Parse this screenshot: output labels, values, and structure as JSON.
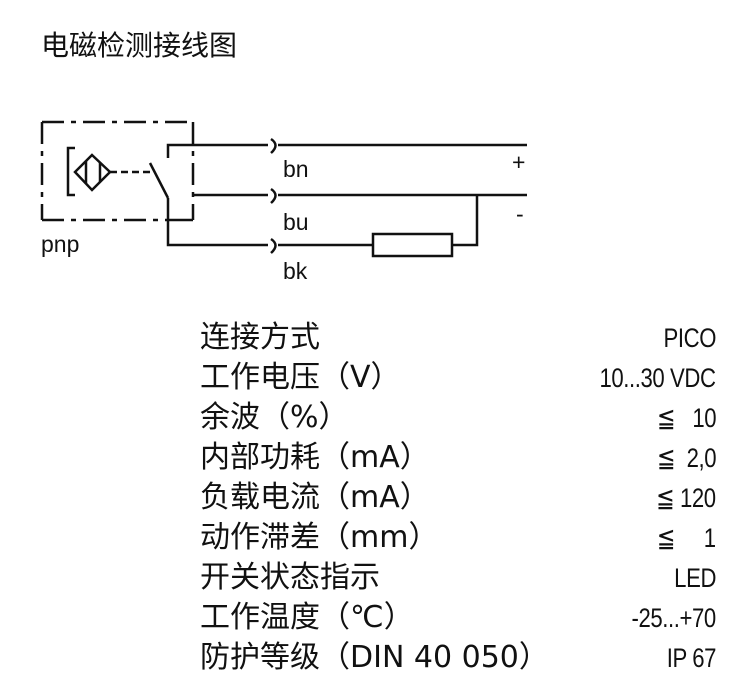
{
  "title": "电磁检测接线图",
  "diagram": {
    "output_type_label": "pnp",
    "wires": [
      {
        "id": "bn",
        "label": "bn",
        "terminal": "+"
      },
      {
        "id": "bu",
        "label": "bu",
        "terminal": "-"
      },
      {
        "id": "bk",
        "label": "bk",
        "terminal": ""
      }
    ],
    "load": "resistor"
  },
  "specs": [
    {
      "label": "连接方式",
      "value": "PICO"
    },
    {
      "label": "工作电压（V）",
      "value": "10...30 VDC"
    },
    {
      "label": "余波（%）",
      "value": "≦   10"
    },
    {
      "label": "内部功耗（mA）",
      "value": "≦  2,0"
    },
    {
      "label": "负载电流（mA）",
      "value": "≦ 120"
    },
    {
      "label": "动作滞差（mm）",
      "value": "≦     1"
    },
    {
      "label": "开关状态指示",
      "value": "LED"
    },
    {
      "label": "工作温度（℃）",
      "value": "-25...+70"
    },
    {
      "label": "防护等级（DIN 40 050）",
      "value": "IP 67"
    }
  ]
}
